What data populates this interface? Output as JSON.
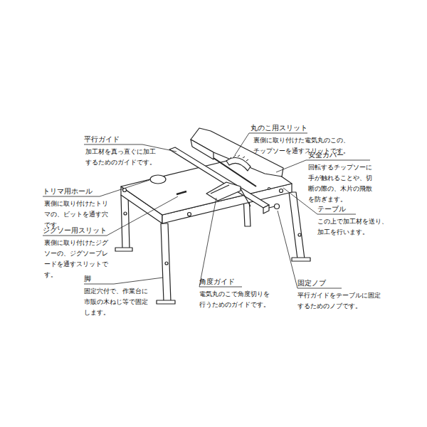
{
  "diagram": {
    "labels": [
      "丸のこ用スリット",
      "裏側に取り付けた電気丸のこの、チップソーを通すスリットです。",
      "平行ガイド",
      "加工材を真っ直ぐに加工するためのガイドです。",
      "安全カバー",
      "回転するチップソーに手が触れることや、切断の際の、木片の飛散を防ぎます。",
      "トリマ用ホール",
      "裏側に取り付けたトリマの、ビットを通す穴です。",
      "テーブル",
      "この上で加工材を送り、加工を行います。",
      "ジグソー用スリット",
      "裏側に取り付けたジグソーの、ジグソーブレードを通すスリットです。",
      "脚",
      "固定穴付で、作業台に市販の木ねじ等で固定します。",
      "角度ガイド",
      "電気丸のこで角度切りを行うためのガイドです。",
      "固定ノブ",
      "平行ガイドをテーブルに固定するためのノブです。"
    ]
  }
}
